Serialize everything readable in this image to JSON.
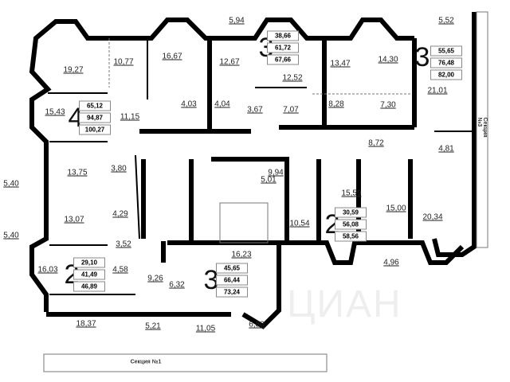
{
  "rooms": [
    {
      "area": "19,27"
    },
    {
      "area": "10,77"
    },
    {
      "area": "16,67"
    },
    {
      "area": "5,94"
    },
    {
      "area": "12,67"
    },
    {
      "area": "12,52"
    },
    {
      "area": "13,47"
    },
    {
      "area": "14,30"
    },
    {
      "area": "5,52"
    },
    {
      "area": "21,01"
    },
    {
      "area": "15,43"
    },
    {
      "area": "4,03"
    },
    {
      "area": "4,04"
    },
    {
      "area": "3,67"
    },
    {
      "area": "7,07"
    },
    {
      "area": "8,28"
    },
    {
      "area": "7,30"
    },
    {
      "area": "11,15"
    },
    {
      "area": "8,72"
    },
    {
      "area": "4,81"
    },
    {
      "area": "13,75"
    },
    {
      "area": "3,80"
    },
    {
      "area": "5,40"
    },
    {
      "area": "9,94"
    },
    {
      "area": "5,01"
    },
    {
      "area": "15,59"
    },
    {
      "area": "15,00"
    },
    {
      "area": "20,34"
    },
    {
      "area": "10,54"
    },
    {
      "area": "13,07"
    },
    {
      "area": "4,29"
    },
    {
      "area": "5,40"
    },
    {
      "area": "3,52"
    },
    {
      "area": "4,58"
    },
    {
      "area": "16,03"
    },
    {
      "area": "9,26"
    },
    {
      "area": "6,32"
    },
    {
      "area": "16,23"
    },
    {
      "area": "4,96"
    },
    {
      "area": "18,37"
    },
    {
      "area": "5,21"
    },
    {
      "area": "11,05"
    },
    {
      "area": "6,80"
    }
  ],
  "apartments": [
    {
      "rooms": "4",
      "areas": [
        "65,12",
        "94,87",
        "100,27"
      ]
    },
    {
      "rooms": "3",
      "areas": [
        "38,66",
        "61,72",
        "67,66"
      ]
    },
    {
      "rooms": "3",
      "areas": [
        "55,65",
        "76,48",
        "82,00"
      ]
    },
    {
      "rooms": "2",
      "areas": [
        "30,59",
        "56,08",
        "58,56"
      ]
    },
    {
      "rooms": "2",
      "areas": [
        "29,10",
        "41,49",
        "46,89"
      ]
    },
    {
      "rooms": "3",
      "areas": [
        "45,65",
        "66,44",
        "73,24"
      ]
    }
  ],
  "sections": {
    "section1": "Секция №1",
    "section3": "Секция №3"
  },
  "watermark": "ЦИАН"
}
